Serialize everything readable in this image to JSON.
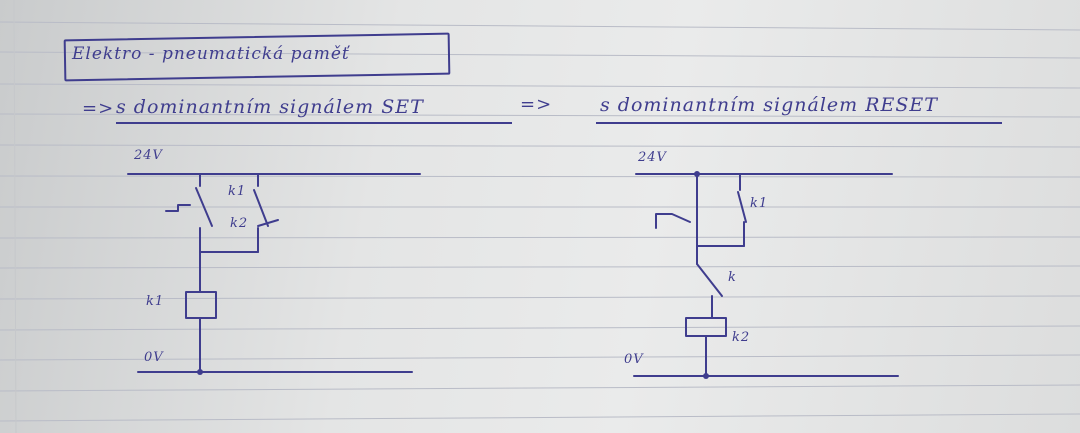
{
  "title": "Elektro - pneumatická paměť",
  "arrow": "=>",
  "heading_set": "s dominantním signálem SET",
  "heading_reset": "s dominantním signálem RESET",
  "set_circuit": {
    "supply_label": "24V",
    "ground_label": "0V",
    "contact_k1_label": "k1",
    "contact_k2_label": "k2",
    "coil_label": "k1"
  },
  "reset_circuit": {
    "supply_label": "24V",
    "ground_label": "0V",
    "contact_k1_label": "k1",
    "contact_k_label": "k",
    "coil_label": "k2"
  },
  "colors": {
    "ink": "#3f3d8e",
    "paper": "#e6e7e7",
    "ruling": "#b9bcc7"
  }
}
